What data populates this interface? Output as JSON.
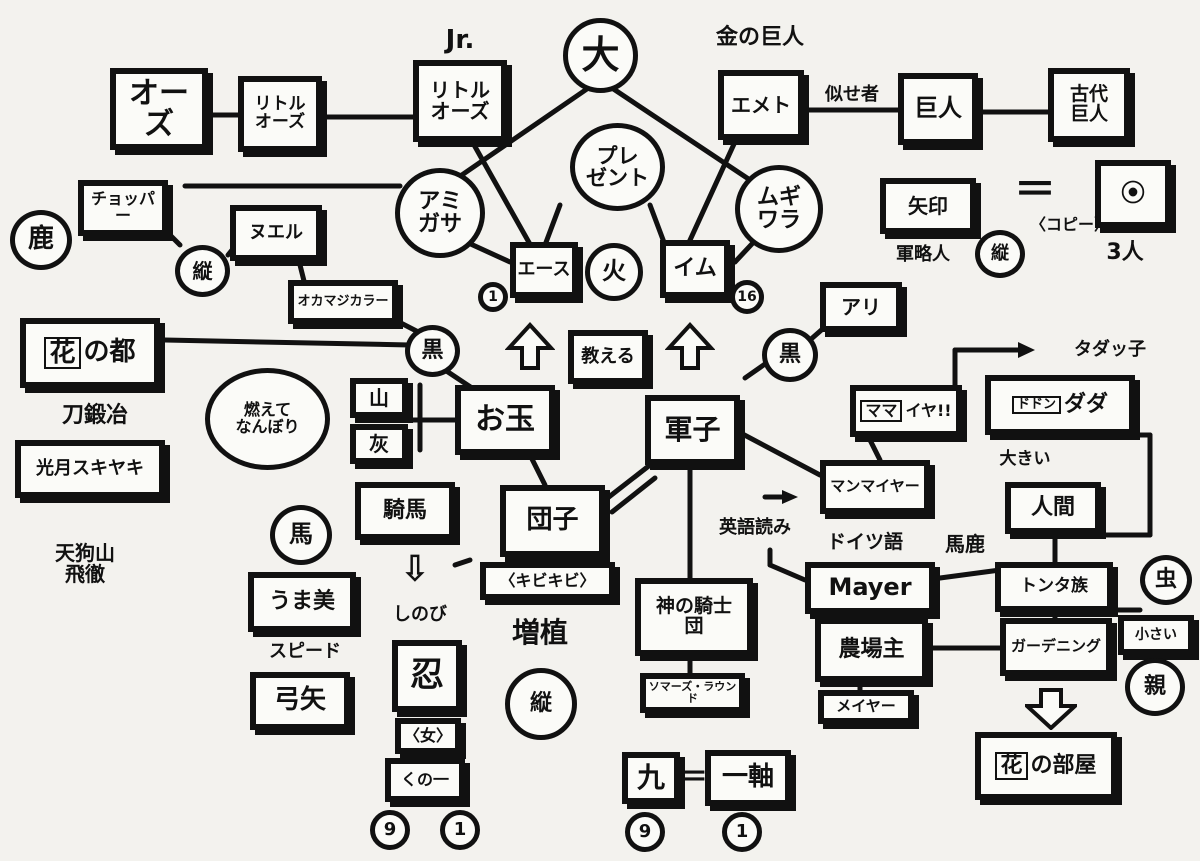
{
  "nodes": {
    "oz": "オーズ",
    "little_oz": "リトル\nオーズ",
    "jr": "Jr.",
    "little_oz_jr": "リトル\nオーズ",
    "dai": "大",
    "present": "プレ\nゼント",
    "kyojin_label": "金の巨人",
    "emeth": "エメト",
    "nisemono": "似せ者",
    "kyojin": "巨人",
    "kodai_kyojin": "古代\n巨人",
    "mugiwara": "ムギ\nワラ",
    "amigasa": "アミ\nガサ",
    "chopper": "チョッパー",
    "shika": "鹿",
    "kubi_left": "縦",
    "nuel": "ヌエル",
    "ace": "エース",
    "hi": "火",
    "imu": "イム",
    "num_1": "1",
    "num_16": "16",
    "yajirushi": "矢印",
    "equals": "＝",
    "copy": "〈コピー〉",
    "kubi_right": "縦",
    "sannin": "3人",
    "gunryaku": "軍略人",
    "ari": "アリ",
    "kurohige_left": "黒",
    "kurohige_right": "黒",
    "okamajin": "オカマジカラー",
    "oshieru": "教える",
    "hana_no_miyako_hana": "花",
    "hana_no_miyako_rest": "の都",
    "katana_kaji": "刀鍛冶",
    "mitsuki": "光月スキヤキ",
    "moete": "燃えて\nなんぼり",
    "yama": "山",
    "hai": "灰",
    "otama": "お玉",
    "gunshi": "軍子",
    "tatakko": "タダッ子",
    "mama": "ママ",
    "iya": "イヤ!!",
    "dodan": "ドドン",
    "dada": "ダダ",
    "mamaiya": "マンマイヤー",
    "tengu": "天狗山\n飛徹",
    "kiba": "騎馬",
    "dango": "団子",
    "kibikibi": "〈キビキビ〉",
    "zoushoku": "増植",
    "kubi_mid": "縦",
    "uma": "馬",
    "umami": "うま美",
    "speed": "スピード",
    "yumiya": "弓矢",
    "down_arrow": "⇩",
    "shinobi": "しのび",
    "shinobi_kanji": "忍",
    "onna": "〈女〉",
    "kunoichi": "くの一",
    "num_9a": "9",
    "num_1a": "1",
    "eigo": "英語読み",
    "ooki": "大きい",
    "ningen": "人間",
    "doitsu": "ドイツ語",
    "baka": "馬鹿",
    "mayer": "Mayer",
    "tonta": "トンタ族",
    "mushi": "虫",
    "shinki": "神の騎士\n団",
    "noujou": "農場主",
    "gardening": "ガーデニング",
    "chiisai": "小さい",
    "oya": "親",
    "sommers": "ソマーズ・ラウンド",
    "meiya": "メイヤー",
    "hana_no_heya_hana": "花",
    "hana_no_heya_rest": "の部屋",
    "kyu": "九",
    "eq2": "＝",
    "ichijiku": "一軸",
    "num_9b": "9",
    "num_1b": "1"
  }
}
